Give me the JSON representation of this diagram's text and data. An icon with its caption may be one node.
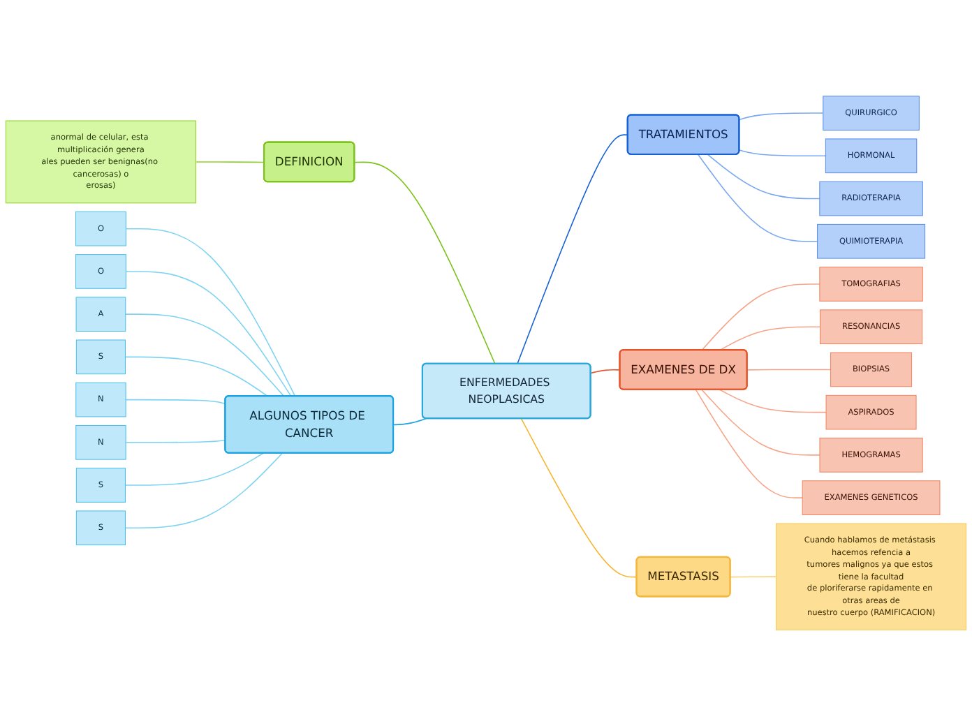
{
  "diagram": {
    "nodes": [
      {
        "text": [
          "ENFERMEDADES NEOPLASICAS"
        ]
      },
      {
        "text": [
          "DEFINICION"
        ]
      },
      {
        "text": [
          "anormal de celular, esta multiplicación genera ales pueden ser benignas(no cancerosas) o erosas)"
        ]
      },
      {
        "text": [
          "TRATAMIENTOS"
        ]
      },
      {
        "text": [
          "QUIRURGICO"
        ]
      },
      {
        "text": [
          "HORMONAL"
        ]
      },
      {
        "text": [
          "RADIOTERAPIA"
        ]
      },
      {
        "text": [
          "QUIMIOTERAPIA"
        ]
      },
      {
        "text": [
          "ALGUNOS TIPOS DE CANCER"
        ]
      },
      {
        "text": [
          "O"
        ]
      },
      {
        "text": [
          "O"
        ]
      },
      {
        "text": [
          "A"
        ]
      },
      {
        "text": [
          "S"
        ]
      },
      {
        "text": [
          "N"
        ]
      },
      {
        "text": [
          "N"
        ]
      },
      {
        "text": [
          "S"
        ]
      },
      {
        "text": [
          "S"
        ]
      },
      {
        "text": [
          "EXAMENES DE DX"
        ]
      },
      {
        "text": [
          "TOMOGRAFIAS"
        ]
      },
      {
        "text": [
          "RESONANCIAS"
        ]
      },
      {
        "text": [
          "BIOPSIAS"
        ]
      },
      {
        "text": [
          "ASPIRADOS"
        ]
      },
      {
        "text": [
          "HEMOGRAMAS"
        ]
      },
      {
        "text": [
          "EXAMENES GENETICOS"
        ]
      },
      {
        "text": [
          "METASTASIS"
        ]
      },
      {
        "text": [
          "Cuando hablamos de metástasis hacemos refencia a tumores malignos ya que estos tiene la facultad de ploriferarse rapidamente en otras areas de nuestro cuerpo (RAMIFICACION)"
        ]
      }
    ],
    "edges": [
      {
        "from": 2,
        "to": 1,
        "arrow": "none",
        "color": "#8fd12e"
      },
      {
        "from": 1,
        "to": 0,
        "arrow": "none",
        "color": "#7cc21c"
      },
      {
        "from": 0,
        "to": 3,
        "arrow": "none",
        "color": "#1560d4"
      },
      {
        "from": 3,
        "to": 4,
        "arrow": "none",
        "color": "#7aa8f0"
      },
      {
        "from": 3,
        "to": 5,
        "arrow": "none",
        "color": "#7aa8f0"
      },
      {
        "from": 3,
        "to": 6,
        "arrow": "none",
        "color": "#7aa8f0"
      },
      {
        "from": 3,
        "to": 7,
        "arrow": "none",
        "color": "#7aa8f0"
      },
      {
        "from": 9,
        "to": 8,
        "arrow": "none",
        "color": "#7fd3f2"
      },
      {
        "from": 10,
        "to": 8,
        "arrow": "none",
        "color": "#7fd3f2"
      },
      {
        "from": 11,
        "to": 8,
        "arrow": "none",
        "color": "#7fd3f2"
      },
      {
        "from": 12,
        "to": 8,
        "arrow": "none",
        "color": "#7fd3f2"
      },
      {
        "from": 13,
        "to": 8,
        "arrow": "none",
        "color": "#7fd3f2"
      },
      {
        "from": 14,
        "to": 8,
        "arrow": "none",
        "color": "#7fd3f2"
      },
      {
        "from": 15,
        "to": 8,
        "arrow": "none",
        "color": "#7fd3f2"
      },
      {
        "from": 16,
        "to": 8,
        "arrow": "none",
        "color": "#7fd3f2"
      },
      {
        "from": 8,
        "to": 0,
        "arrow": "none",
        "color": "#1aa3e0"
      },
      {
        "from": 0,
        "to": 17,
        "arrow": "none",
        "color": "#e8542a"
      },
      {
        "from": 17,
        "to": 18,
        "arrow": "none",
        "color": "#f5a58a"
      },
      {
        "from": 17,
        "to": 19,
        "arrow": "none",
        "color": "#f5a58a"
      },
      {
        "from": 17,
        "to": 20,
        "arrow": "none",
        "color": "#f5a58a"
      },
      {
        "from": 17,
        "to": 21,
        "arrow": "none",
        "color": "#f5a58a"
      },
      {
        "from": 17,
        "to": 22,
        "arrow": "none",
        "color": "#f5a58a"
      },
      {
        "from": 17,
        "to": 23,
        "arrow": "none",
        "color": "#f5a58a"
      },
      {
        "from": 0,
        "to": 24,
        "arrow": "none",
        "color": "#f5b630"
      },
      {
        "from": 24,
        "to": 25,
        "arrow": "none",
        "color": "#f8d27a"
      }
    ]
  }
}
